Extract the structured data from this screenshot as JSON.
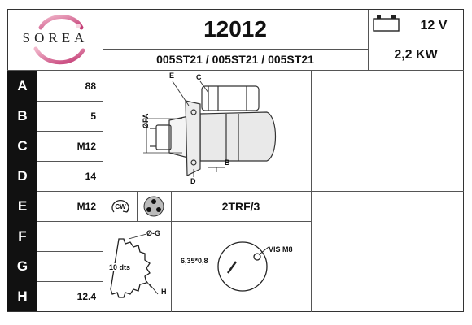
{
  "header": {
    "brand": "SOREA",
    "part_number": "12012",
    "references": "005ST21 / 005ST21 / 005ST21",
    "voltage": "12 V",
    "power": "2,2 KW"
  },
  "rows": [
    {
      "label": "A",
      "value": "88"
    },
    {
      "label": "B",
      "value": "5"
    },
    {
      "label": "C",
      "value": "M12"
    },
    {
      "label": "D",
      "value": "14"
    },
    {
      "label": "E",
      "value": "M12"
    },
    {
      "label": "F",
      "value": ""
    },
    {
      "label": "G",
      "value": ""
    },
    {
      "label": "H",
      "value": "12.4"
    }
  ],
  "diagram": {
    "label_e": "E",
    "label_c": "C",
    "label_a": "ØFA",
    "label_b": "B",
    "label_d": "D"
  },
  "rotation": {
    "text": "CW"
  },
  "connector_code": "2TRF/3",
  "gear": {
    "teeth": "10 dts",
    "label_g": "Ø-G",
    "label_h": "H"
  },
  "terminal": {
    "dimension": "6,35*0,8",
    "screw": "VIS M8"
  }
}
